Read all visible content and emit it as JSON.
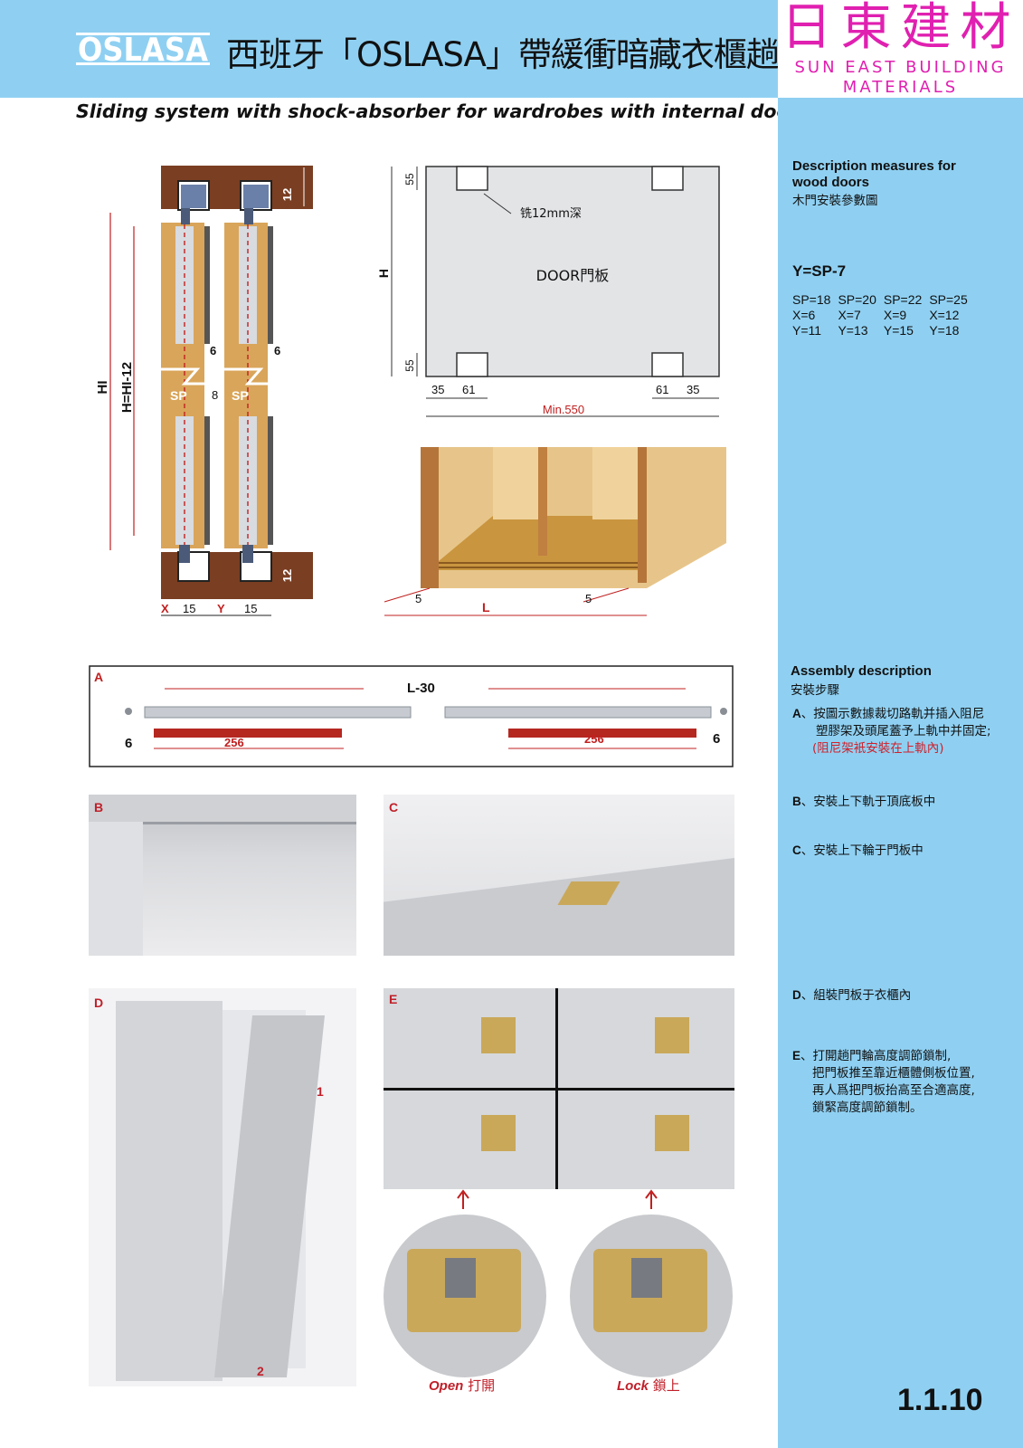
{
  "header": {
    "logo_text": "OSLASA",
    "title": "西班牙「OSLASA」帶緩衝暗藏衣櫃趟門配件",
    "brand_cn": "日東建材",
    "brand_en_line1": "SUN EAST BUILDING",
    "brand_en_line2": "MATERIALS"
  },
  "subtitle": "Sliding system with shock-absorber for wardrobes with internal doors",
  "side": {
    "desc_title_1": "Description measures for",
    "desc_title_2": "wood doors",
    "desc_cn": "木門安裝參數圖",
    "formula": "Y=SP-7",
    "sp_table": [
      [
        "SP=18",
        "SP=20",
        "SP=22",
        "SP=25"
      ],
      [
        "X=6",
        "X=7",
        "X=9",
        "X=12"
      ],
      [
        "Y=11",
        "Y=13",
        "Y=15",
        "Y=18"
      ]
    ],
    "assembly_title": "Assembly description",
    "assembly_cn": "安裝步驟",
    "steps": {
      "a_letter": "A",
      "a_line1": "、按圖示數據裁切路軌并插入阻尼",
      "a_line2": "塑膠架及頭尾蓋予上軌中并固定;",
      "a_line3": "(阻尼架衹安裝在上軌內)",
      "b_letter": "B",
      "b_text": "、安裝上下軌于頂底板中",
      "c_letter": "C",
      "c_text": "、安裝上下輪于門板中",
      "d_letter": "D",
      "d_text": "、組裝門板于衣櫃內",
      "e_letter": "E",
      "e_line1": "、打開趟門輪高度調節鎖制,",
      "e_line2": "把門板推至靠近櫃體側板位置,",
      "e_line3": "再人爲把門板抬高至合適高度,",
      "e_line4": "鎖緊高度調節鎖制。"
    },
    "page_number": "1.1.10"
  },
  "section_diagram": {
    "hi_label": "HI",
    "h_label": "H=HI-12",
    "dim_12_top": "12",
    "dim_12_bottom": "12",
    "dim_6_left": "6",
    "dim_6_right": "6",
    "dim_8": "8",
    "sp_left": "SP",
    "sp_right": "SP",
    "x_label": "X",
    "y_label": "Y",
    "dim_15_a": "15",
    "dim_15_b": "15"
  },
  "door_diagram": {
    "door_label": "DOOR門板",
    "mill_note": "铣12mm深",
    "h_label": "H",
    "dim_55_top": "55",
    "dim_55_bottom": "55",
    "dim_35_left": "35",
    "dim_61_left": "61",
    "dim_61_right": "61",
    "dim_35_right": "35",
    "min_width": "Min.550"
  },
  "cabinet_diagram": {
    "dim_5_left": "5",
    "dim_5_right": "5",
    "l_label": "L"
  },
  "panel_a": {
    "label": "A",
    "rail_length": "L-30",
    "dim_6_left": "6",
    "dim_6_right": "6",
    "damper_left": "256",
    "damper_right": "256"
  },
  "panels": {
    "b_label": "B",
    "c_label": "C",
    "d_label": "D",
    "e_label": "E",
    "d_arrow_1": "1",
    "d_arrow_2": "2"
  },
  "captions": {
    "open_en": "Open",
    "open_cn": " 打開",
    "lock_en": "Lock",
    "lock_cn": " 鎖上"
  }
}
